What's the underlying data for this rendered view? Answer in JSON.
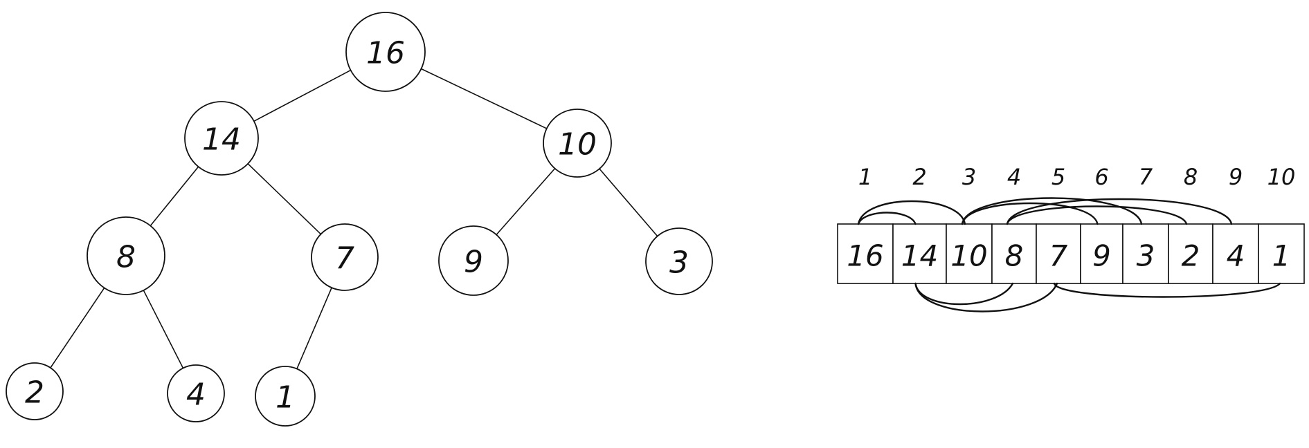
{
  "tree": {
    "nodes": [
      {
        "id": "n16",
        "label": "16"
      },
      {
        "id": "n14",
        "label": "14"
      },
      {
        "id": "n10",
        "label": "10"
      },
      {
        "id": "n8",
        "label": "8"
      },
      {
        "id": "n7",
        "label": "7"
      },
      {
        "id": "n9",
        "label": "9"
      },
      {
        "id": "n3",
        "label": "3"
      },
      {
        "id": "n2",
        "label": "2"
      },
      {
        "id": "n4",
        "label": "4"
      },
      {
        "id": "n1",
        "label": "1"
      }
    ],
    "edges": [
      [
        "n16",
        "n14"
      ],
      [
        "n16",
        "n10"
      ],
      [
        "n14",
        "n8"
      ],
      [
        "n14",
        "n7"
      ],
      [
        "n10",
        "n9"
      ],
      [
        "n10",
        "n3"
      ],
      [
        "n8",
        "n2"
      ],
      [
        "n8",
        "n4"
      ],
      [
        "n7",
        "n1"
      ]
    ]
  },
  "array": {
    "indices": [
      "1",
      "2",
      "3",
      "4",
      "5",
      "6",
      "7",
      "8",
      "9",
      "10"
    ],
    "values": [
      "16",
      "14",
      "10",
      "8",
      "7",
      "9",
      "3",
      "2",
      "4",
      "1"
    ],
    "links": [
      [
        1,
        2
      ],
      [
        1,
        3
      ],
      [
        2,
        4
      ],
      [
        2,
        5
      ],
      [
        3,
        6
      ],
      [
        3,
        7
      ],
      [
        4,
        8
      ],
      [
        4,
        9
      ],
      [
        5,
        10
      ]
    ]
  }
}
